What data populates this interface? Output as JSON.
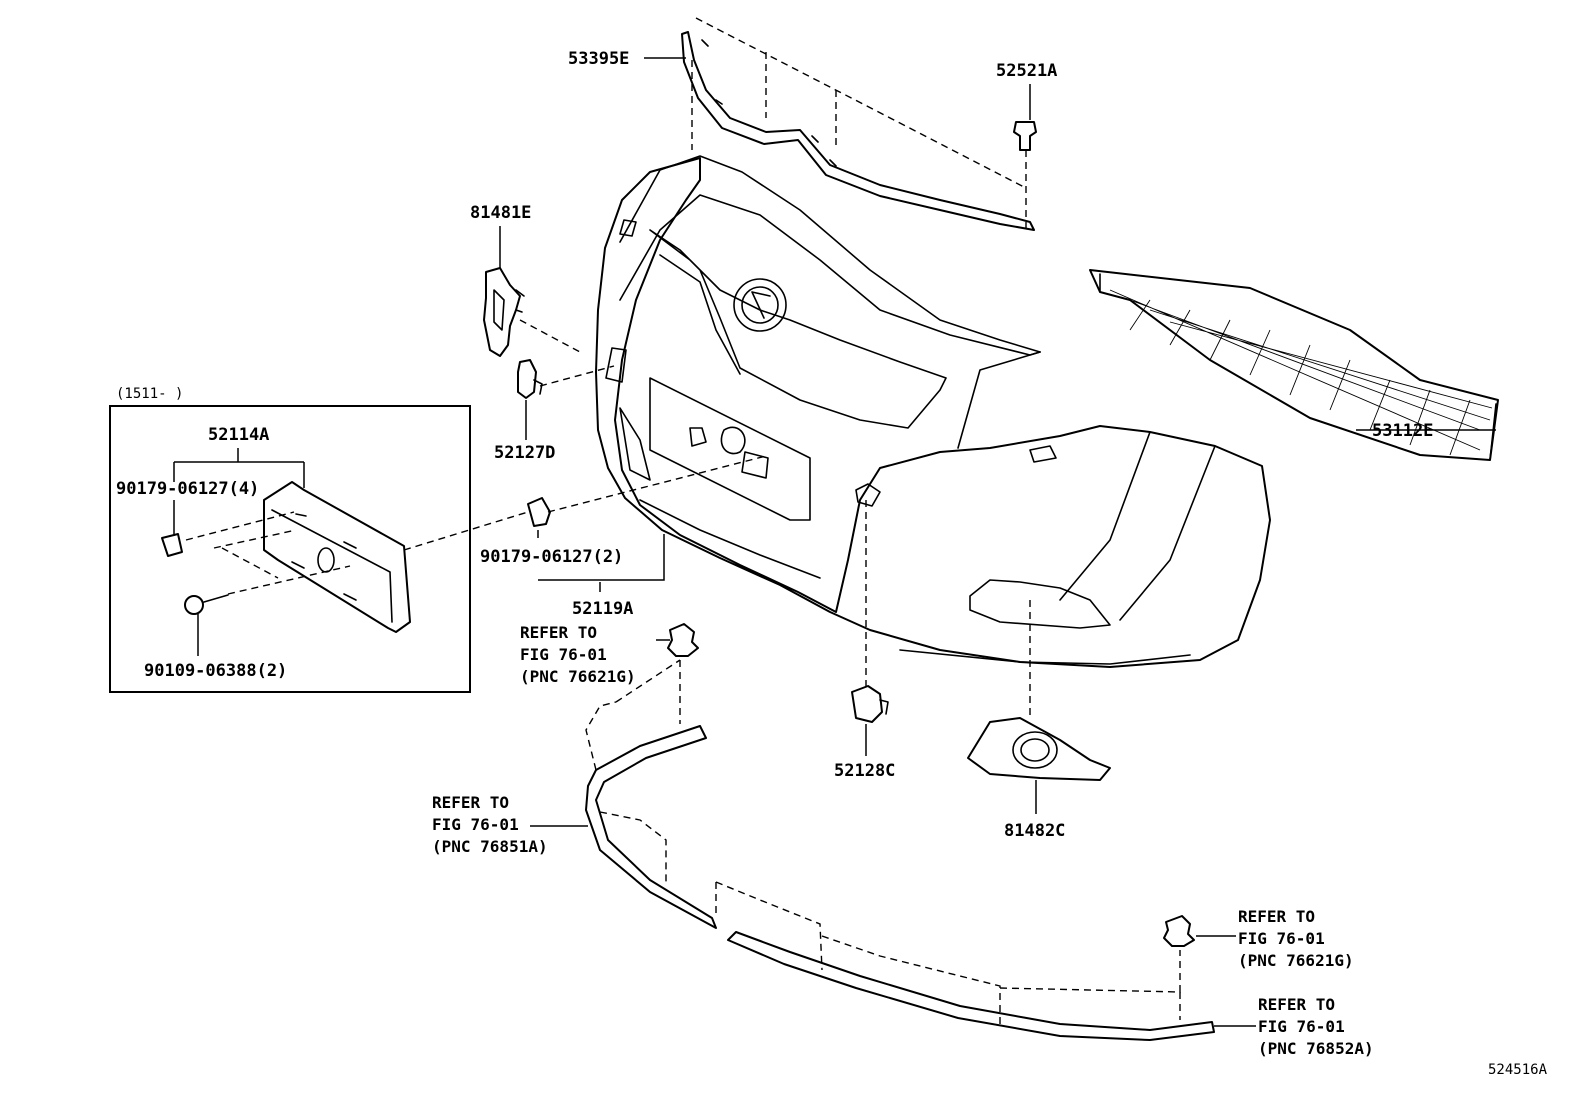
{
  "parts": {
    "p53395E": "53395E",
    "p52521A": "52521A",
    "p81481E": "81481E",
    "p52127D": "52127D",
    "p53112E": "53112E",
    "p52114A": "52114A",
    "p90179_4": "90179-06127(4)",
    "p90109": "90109-06388(2)",
    "p90179_2": "90179-06127(2)",
    "p52119A": "52119A",
    "p52128C": "52128C",
    "p81482C": "81482C"
  },
  "inset": {
    "range": "(1511-    )"
  },
  "refs": {
    "ref1": {
      "line1": "REFER TO",
      "line2": "FIG 76-01",
      "line3": "(PNC 76621G)"
    },
    "ref2": {
      "line1": "REFER TO",
      "line2": "FIG 76-01",
      "line3": "(PNC 76851A)"
    },
    "ref3": {
      "line1": "REFER TO",
      "line2": "FIG 76-01",
      "line3": "(PNC 76621G)"
    },
    "ref4": {
      "line1": "REFER TO",
      "line2": "FIG 76-01",
      "line3": "(PNC 76852A)"
    }
  },
  "figure_id": "524516A"
}
